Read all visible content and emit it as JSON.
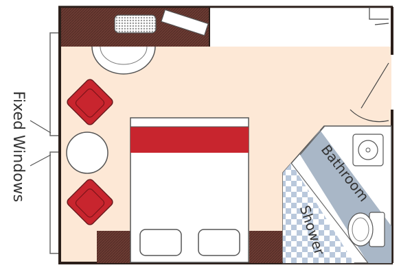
{
  "labels": {
    "fixed_windows": "Fixed Windows",
    "bathroom": "Bathroom",
    "shower": "Shower"
  },
  "colors": {
    "floor": "#fde8d6",
    "wall": "#2b1f1a",
    "furniture_brown": "#6b3b33",
    "chair_red": "#c8252e",
    "bathroom_blue": "#a9b7c7",
    "shower_check": "#b9c8dc",
    "label_text": "#333333"
  },
  "icons": {
    "desk_tray": "tray-icon",
    "sink": "sink-icon",
    "toilet": "toilet-icon"
  }
}
